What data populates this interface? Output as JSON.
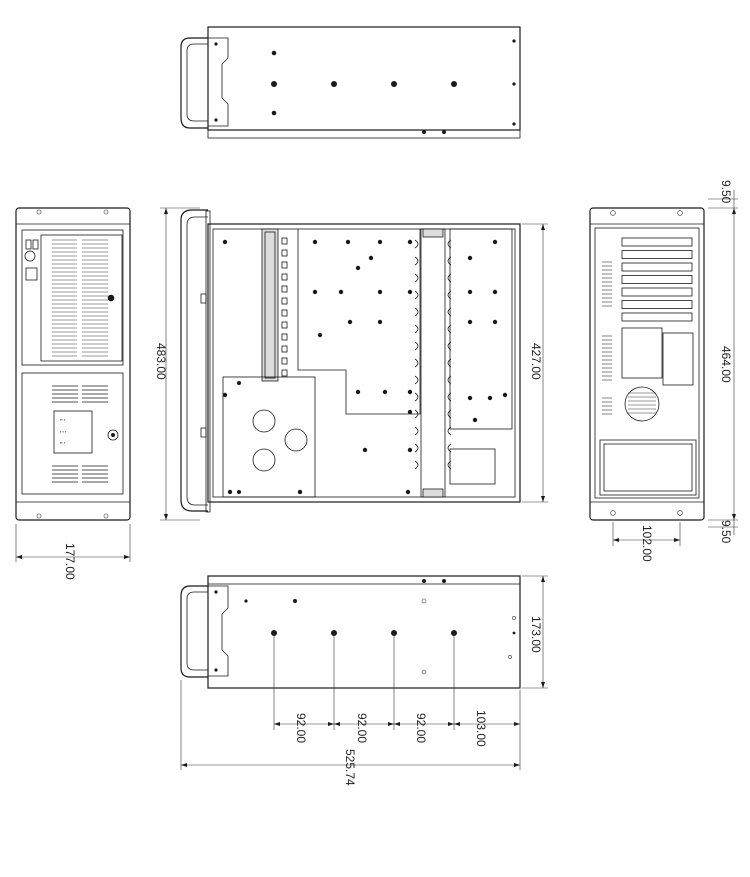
{
  "drawing": {
    "dimensions": {
      "front_height": "177.00",
      "side_width": "483.00",
      "top_depth": "427.00",
      "rear_top_offset": "9.50",
      "rear_height": "464.00",
      "rear_bottom_offset": "9.50",
      "rear_bottom_width": "102.00",
      "bottom_view_height": "173.00",
      "pitch_1": "92.00",
      "pitch_2": "92.00",
      "pitch_3": "92.00",
      "pitch_4": "103.00",
      "overall_depth": "525.74"
    }
  },
  "colors": {
    "line": "#1a1a1a",
    "panel_grey": "#dcdcdc",
    "background": "#ffffff"
  }
}
